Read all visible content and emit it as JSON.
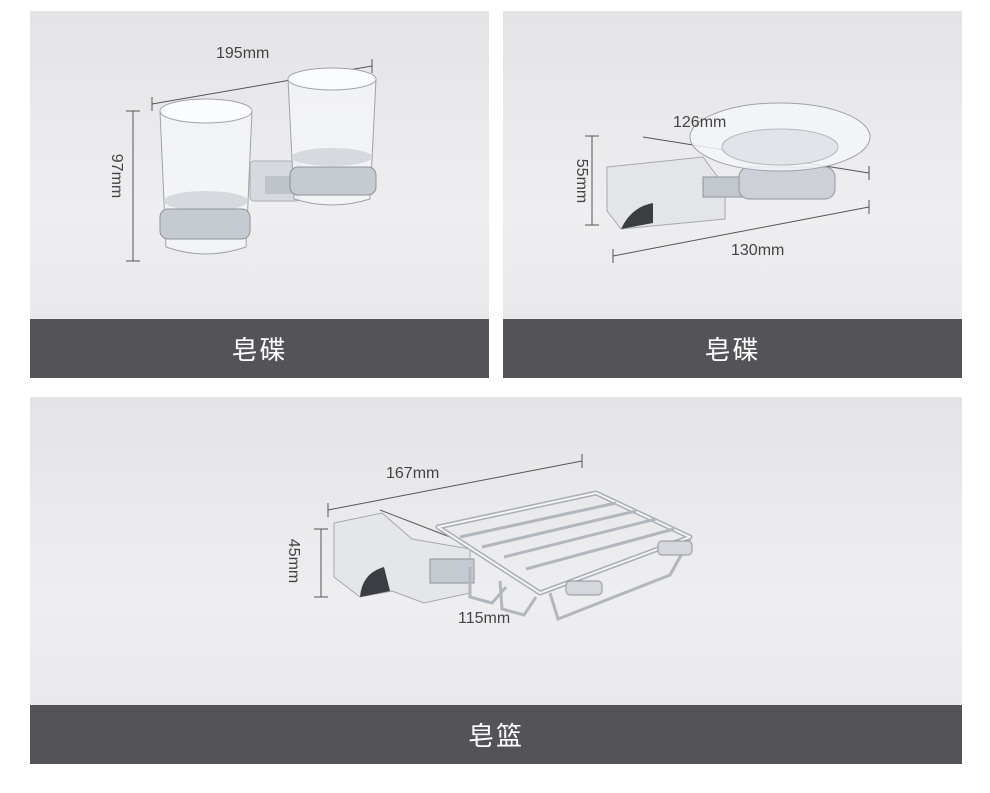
{
  "panels": [
    {
      "caption": "皂碟",
      "dims": {
        "width": "195mm",
        "height": "97mm"
      },
      "icon": "double-tumbler-holder"
    },
    {
      "caption": "皂碟",
      "dims": {
        "diameter": "126mm",
        "depth": "130mm",
        "height": "55mm"
      },
      "icon": "soap-dish-glass"
    },
    {
      "caption": "皂篮",
      "dims": {
        "width": "167mm",
        "depth": "115mm",
        "height": "45mm"
      },
      "icon": "soap-basket-wire"
    }
  ],
  "colors": {
    "caption_bg": "#545458",
    "panel_bg": "#e9e9ec",
    "chrome": "#c9ccd2"
  }
}
